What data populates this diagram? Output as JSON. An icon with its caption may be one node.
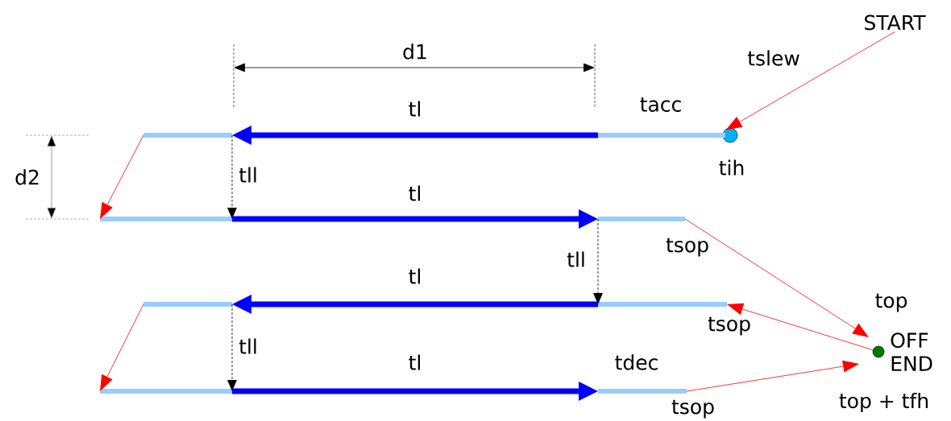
{
  "diagram": {
    "nodes": [
      {
        "text": [
          "START"
        ]
      },
      {
        "text": [],
        "shape": "circle",
        "beside": [
          "tih"
        ]
      },
      {
        "text": [],
        "shape": "bar",
        "beside": [
          "tacc"
        ]
      },
      {
        "text": [],
        "shape": "bar"
      },
      {
        "text": [],
        "shape": "bar"
      },
      {
        "text": [],
        "shape": "bar",
        "beside": [
          "tsop"
        ]
      },
      {
        "text": [],
        "shape": "bar",
        "beside": [
          "tsop"
        ]
      },
      {
        "text": [],
        "shape": "bar"
      },
      {
        "text": [],
        "shape": "bar"
      },
      {
        "text": [],
        "shape": "bar",
        "beside": [
          "tdec",
          "tsop"
        ]
      },
      {
        "text": [
          "OFF END"
        ],
        "beside": [
          "top",
          "top + tfh"
        ]
      }
    ],
    "edges": [
      {
        "from": 0,
        "to": 1,
        "arrow": "to",
        "label": "tslew"
      },
      {
        "from": 2,
        "to": 3,
        "arrow": "to",
        "label": "tl",
        "style": "thick",
        "color": "#0000ff"
      },
      {
        "from": 3,
        "to": 4,
        "arrow": "to"
      },
      {
        "from": 3,
        "to": 4,
        "arrow": "to",
        "label": "tll",
        "style": "dashed",
        "color": "#000000"
      },
      {
        "from": 4,
        "to": 5,
        "arrow": "to",
        "label": "tl",
        "style": "thick",
        "color": "#0000ff"
      },
      {
        "from": 5,
        "to": 10,
        "arrow": "to"
      },
      {
        "from": 5,
        "to": 6,
        "arrow": "to",
        "label": "tll",
        "style": "dashed",
        "color": "#000000"
      },
      {
        "from": 10,
        "to": 6,
        "arrow": "to"
      },
      {
        "from": 6,
        "to": 7,
        "arrow": "to",
        "label": "tl",
        "style": "thick",
        "color": "#0000ff"
      },
      {
        "from": 7,
        "to": 8,
        "arrow": "to"
      },
      {
        "from": 7,
        "to": 8,
        "arrow": "to",
        "label": "tll",
        "style": "dashed",
        "color": "#000000"
      },
      {
        "from": 8,
        "to": 9,
        "arrow": "to",
        "label": "tl",
        "style": "thick",
        "color": "#0000ff"
      },
      {
        "from": 9,
        "to": 10,
        "arrow": "to"
      }
    ],
    "labels": [
      "d1",
      "d2"
    ]
  }
}
